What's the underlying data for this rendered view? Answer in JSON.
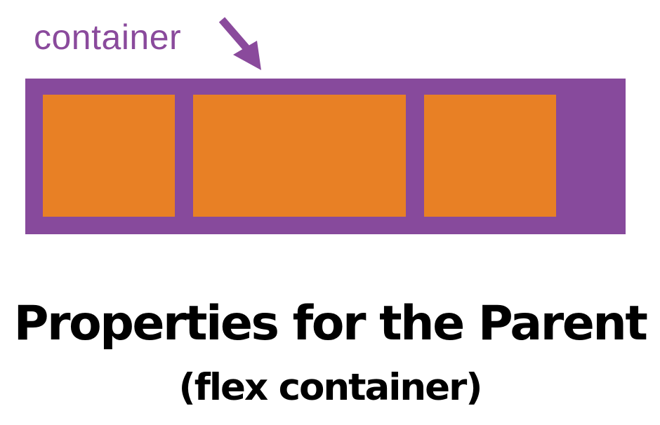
{
  "diagram": {
    "container_label": "container",
    "title": "Properties for the Parent",
    "subtitle": "(flex container)",
    "items": [
      {
        "id": "item-1"
      },
      {
        "id": "item-2"
      },
      {
        "id": "item-3"
      }
    ]
  },
  "colors": {
    "container": "#874a9c",
    "label": "#8a4a9c",
    "item": "#e88025",
    "text": "#000000"
  },
  "icons": {
    "arrow": "arrow-down-right-icon"
  }
}
